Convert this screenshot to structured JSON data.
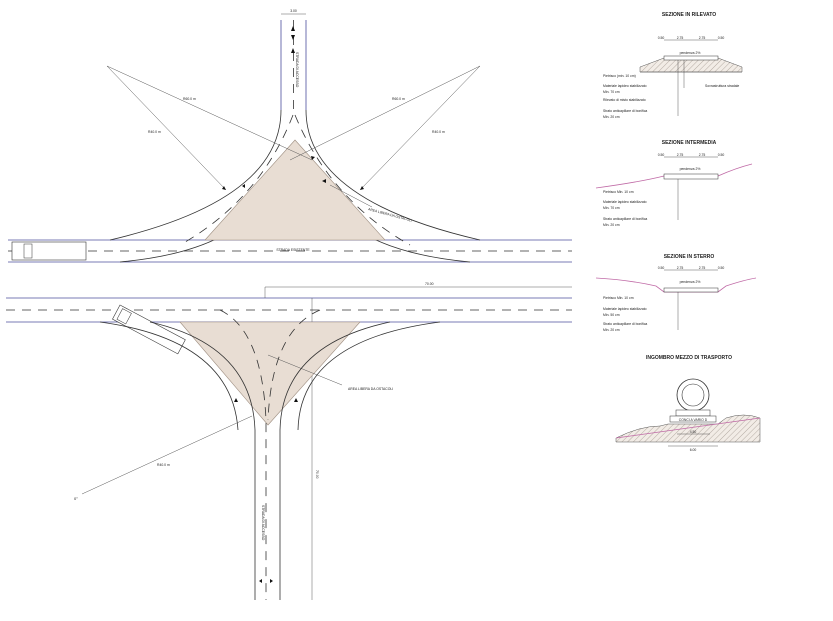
{
  "top_diagram": {
    "top_dimension": "3.00",
    "road_label_vertical": "STRADA DI ACCESSO",
    "radius_left_outer": "R60.0 m",
    "radius_left_inner": "R40.0 m",
    "radius_right_outer": "R60.0 m",
    "radius_right_inner": "R40.0 m",
    "island_label": "AREA LIBERA DA OSTACOLI",
    "existing_road_label": "STRADA ESISTENTE"
  },
  "bottom_diagram": {
    "dimension_horizontal": "70.00",
    "dimension_vertical": "70.00",
    "island_label": "AREA LIBERA DA OSTACOLI",
    "radius_label": "R40.0 m",
    "angle_label": "0°",
    "road_label_vertical": "STRADA DI ACCESSO"
  },
  "sections": {
    "rilevato": {
      "title": "SEZIONE IN RILEVATO",
      "dims": [
        "0.50",
        "2.75",
        "2.75",
        "0.50"
      ],
      "slope": "pendenza 2%",
      "labels": [
        "Pietrisco (min. 10 cm)",
        "Materiale lapideo stabilizzato",
        "Min. 70 cm",
        "Rilevato di misto stabilizzato",
        "Strato anticapillare di bonifica",
        "Min. 20 cm"
      ],
      "side_label": "Sovrastruttura stradale"
    },
    "intermedia": {
      "title": "SEZIONE INTERMEDIA",
      "dims": [
        "0.50",
        "2.75",
        "2.75",
        "0.50"
      ],
      "slope": "pendenza 2%",
      "labels": [
        "Pietrisco Min. 10 cm",
        "Materiale lapideo stabilizzato",
        "Min. 70 cm",
        "Strato anticapillare di bonifica",
        "Min. 20 cm"
      ]
    },
    "sterro": {
      "title": "SEZIONE IN STERRO",
      "dims": [
        "0.50",
        "2.75",
        "2.75",
        "0.50"
      ],
      "slope": "pendenza 2%",
      "labels": [
        "Pietrisco Min. 10 cm",
        "Materiale lapideo stabilizzato",
        "Min. 50 cm",
        "Strato anticapillare di bonifica",
        "Min. 20 cm"
      ]
    },
    "ingombro": {
      "title": "INGOMBRO MEZZO DI TRASPORTO",
      "vehicle_label": "CONCI A VARIO D",
      "dims": [
        "4.50",
        "6.00"
      ]
    }
  }
}
